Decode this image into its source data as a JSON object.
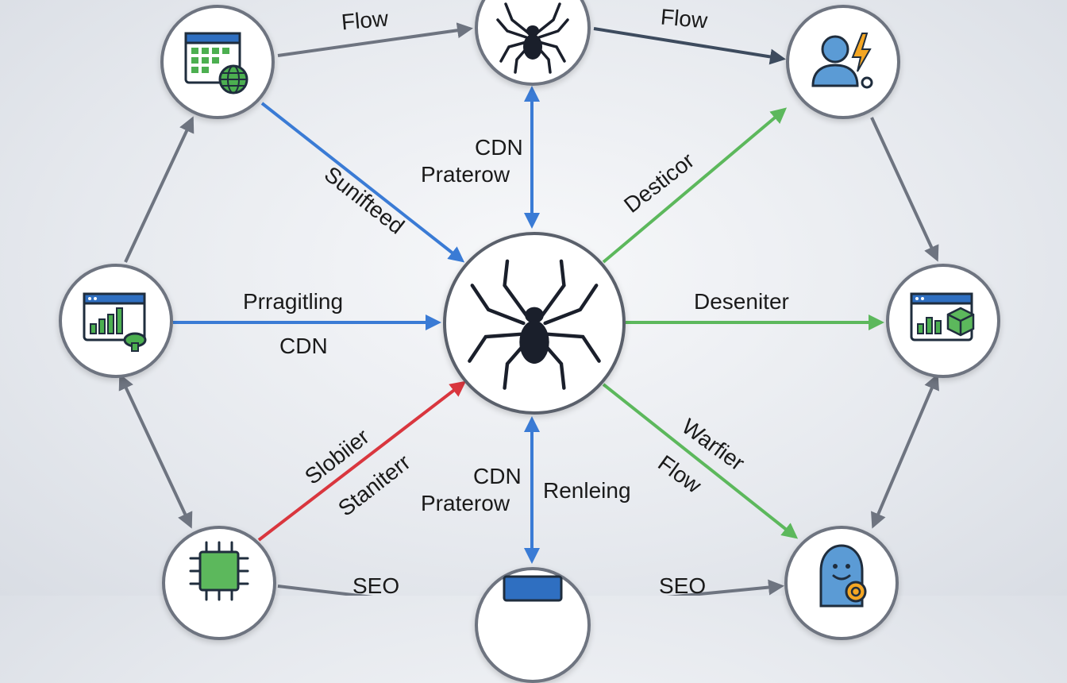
{
  "diagram": {
    "labels": {
      "top_left_flow": "Flow",
      "top_right_flow": "Flow",
      "sunifteed": "Sunifteed",
      "cdn_top": "CDN",
      "praterow_top": "Praterow",
      "desticor": "Desticor",
      "pragitling": "Prragitling",
      "cdn_left": "CDN",
      "deseniter": "Deseniter",
      "slobiier": "Slobiier",
      "staniterr": "Staniterr",
      "cdn_bottom": "CDN",
      "praterow_bottom": "Praterow",
      "renleing": "Renleing",
      "warfier": "Warfier",
      "flow_right": "Flow",
      "seo_left": "SEO",
      "seo_right": "SEO"
    },
    "colors": {
      "blue": "#3a7bd5",
      "green": "#5cb85c",
      "red": "#d9363e",
      "gray": "#6e7480",
      "dark": "#3d4b5e"
    },
    "icons": {
      "center": "spider-icon",
      "top": "spider-icon",
      "top_left": "calendar-globe-icon",
      "top_right": "user-lightning-icon",
      "left": "browser-chart-icon",
      "right": "browser-chart-cube-icon",
      "bottom_left": "chip-icon",
      "bottom_right": "assistant-icon"
    }
  }
}
